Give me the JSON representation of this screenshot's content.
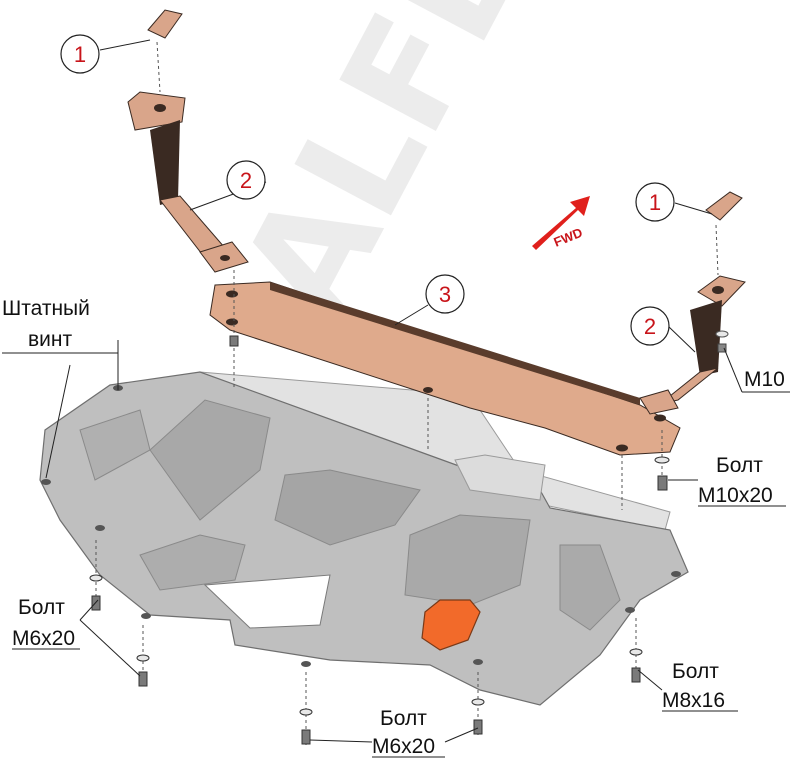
{
  "watermark": "ALFECO",
  "fwd_label": "FWD",
  "callouts": [
    {
      "id": "left-bracket-plate",
      "number": "1"
    },
    {
      "id": "left-bracket",
      "number": "2"
    },
    {
      "id": "right-bracket-plate",
      "number": "1"
    },
    {
      "id": "crossbar",
      "number": "3"
    },
    {
      "id": "right-bracket",
      "number": "2"
    }
  ],
  "labels": {
    "stock_screw_line1": "Штатный",
    "stock_screw_line2": "винт",
    "m10": "M10",
    "bolt_m10x20_line1": "Болт",
    "bolt_m10x20_line2": "M10x20",
    "bolt_m6x20_left_line1": "Болт",
    "bolt_m6x20_left_line2": "M6x20",
    "bolt_m8x16_line1": "Болт",
    "bolt_m8x16_line2": "M8x16",
    "bolt_m6x20_bottom_line1": "Болт",
    "bolt_m6x20_bottom_line2": "M6x20"
  },
  "colors": {
    "bracket": "#d9a58a",
    "bracket_dark": "#3a2a22",
    "plate_light": "#d6d6d6",
    "plate_mid": "#b5b5b5",
    "plate_dark": "#8e8e8e",
    "accent_orange": "#f26a2a",
    "arrow_red": "#e0201c",
    "callout_red": "#c8141a"
  }
}
